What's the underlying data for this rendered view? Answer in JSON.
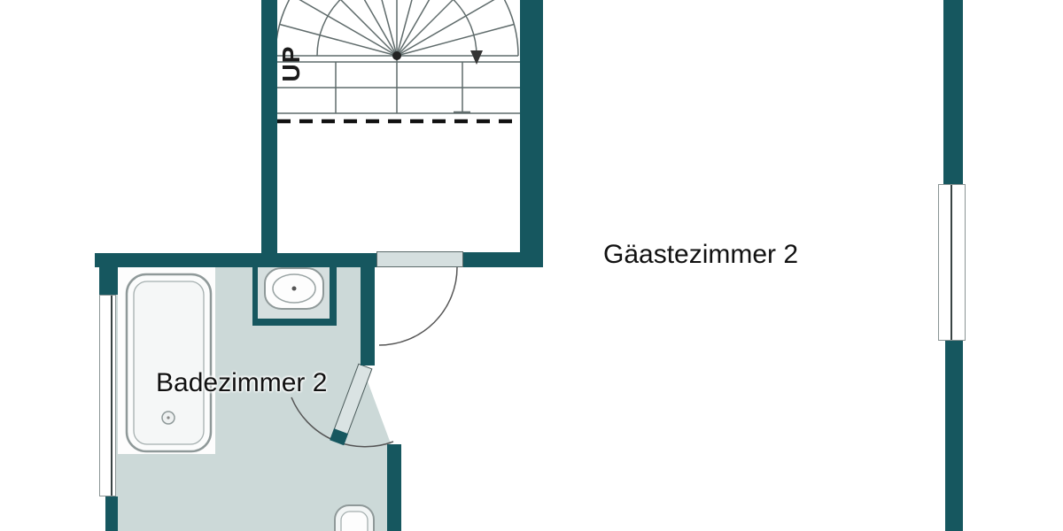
{
  "plan": {
    "type": "floor-plan",
    "floor_shown": "upper floor (partial view)",
    "labels": {
      "bathroom": "Badezimmer 2",
      "guest_room": "Gäastezimmer 2",
      "stairs_direction": "UP"
    },
    "rooms": [
      {
        "name": "bathroom",
        "label": "Badezimmer 2",
        "fixtures": [
          "bathtub",
          "sink",
          "toilet"
        ]
      },
      {
        "name": "guest-room",
        "label": "Gäastezimmer 2",
        "fixtures": []
      },
      {
        "name": "stairwell",
        "label": "UP",
        "fixtures": [
          "winder-staircase"
        ]
      }
    ],
    "colors": {
      "wall": "#16575f",
      "floor": "#ccd9d8",
      "alcove_floor": "#d6dfdf",
      "threshold": "#d5dfdf",
      "door_leaf": "#dae3e3",
      "fixture_outline": "#8f9999",
      "stair_line": "#5f6b6b",
      "dashed_cut_line": "#111111",
      "text": "#111111",
      "background": "#ffffff"
    }
  }
}
